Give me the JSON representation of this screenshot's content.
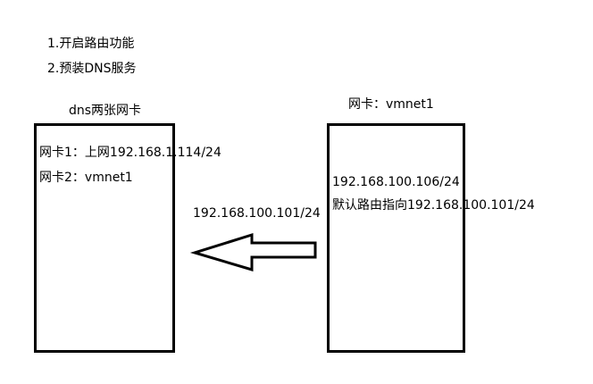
{
  "notes": {
    "step1": "1.开启路由功能",
    "step2": "2.预装DNS服务"
  },
  "left_server": {
    "title": "dns两张网卡",
    "nic1": "网卡1：上网192.168.1.114/24",
    "nic2": "网卡2：vmnet1"
  },
  "right_client": {
    "title": "网卡：vmnet1",
    "ip": "192.168.100.106/24",
    "gateway": "默认路由指向192.168.100.101/24"
  },
  "link": {
    "label": "192.168.100.101/24",
    "direction": "right-to-left"
  },
  "colors": {
    "line": "#000000",
    "background": "#ffffff"
  }
}
